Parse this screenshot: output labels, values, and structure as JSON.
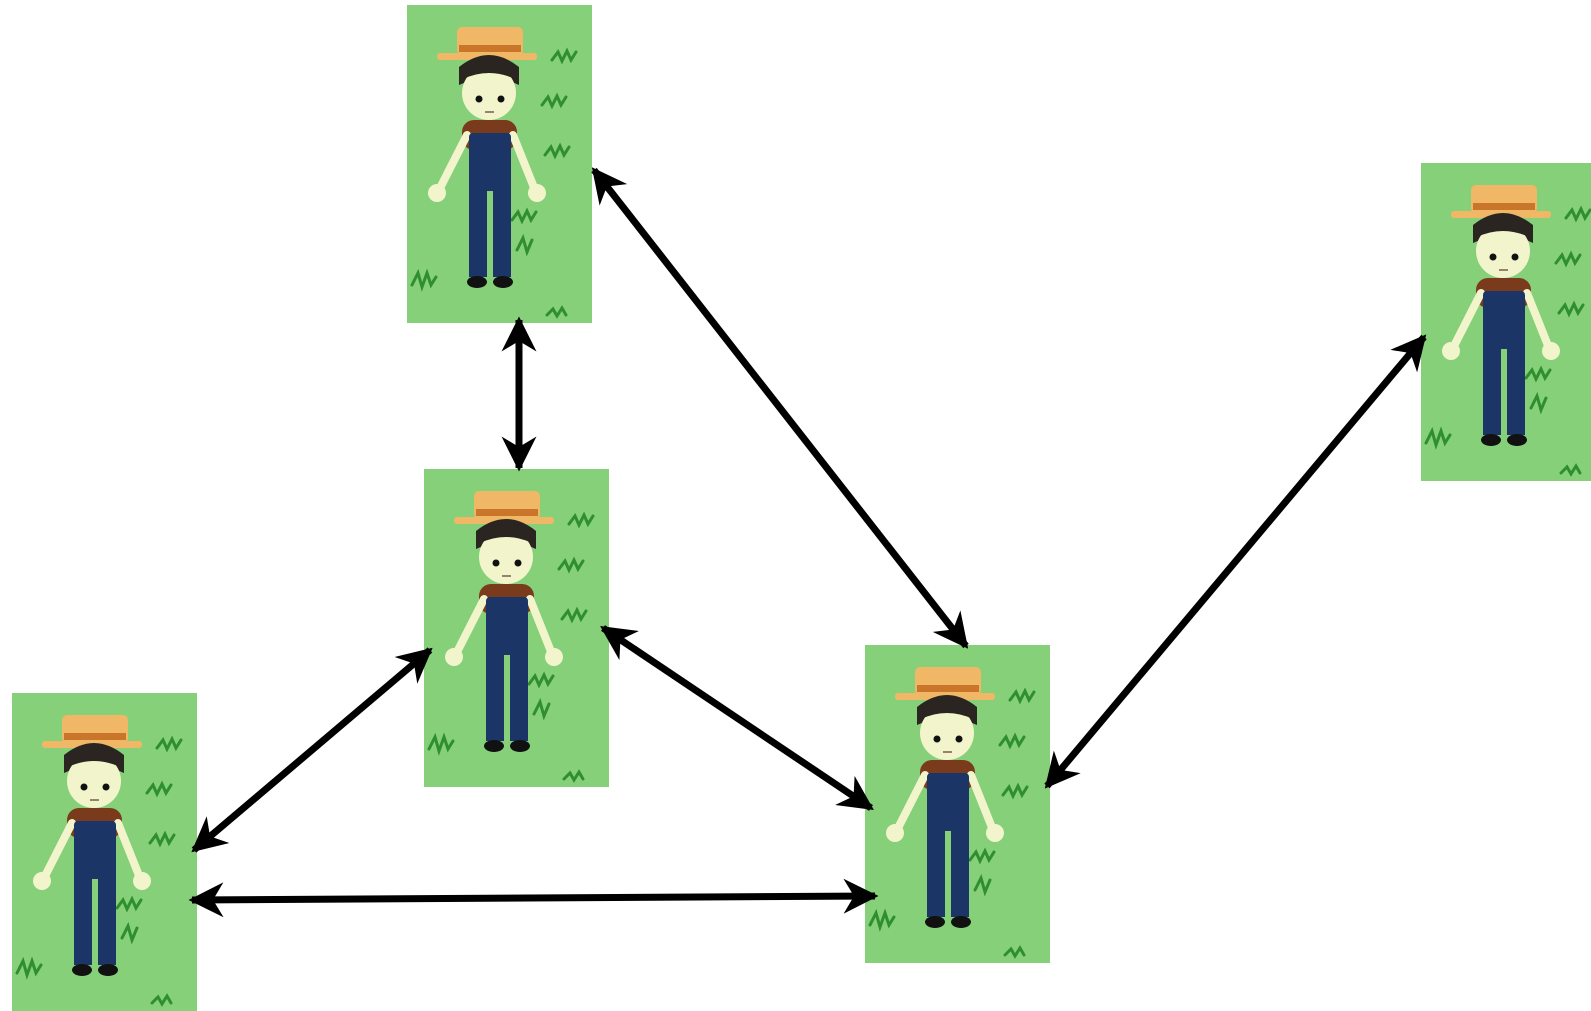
{
  "diagram": {
    "background": "#ffffff",
    "node_color": "#86d07a",
    "grass_color": "#2f8f2f",
    "arrow_color": "#000000",
    "nodes": [
      {
        "id": "farmer-top",
        "icon": "farmer-icon"
      },
      {
        "id": "farmer-middle",
        "icon": "farmer-icon"
      },
      {
        "id": "farmer-left",
        "icon": "farmer-icon"
      },
      {
        "id": "farmer-bottom-right",
        "icon": "farmer-icon"
      },
      {
        "id": "farmer-far-right",
        "icon": "farmer-icon"
      }
    ],
    "edges": [
      {
        "from": "farmer-top",
        "to": "farmer-middle",
        "direction": "both"
      },
      {
        "from": "farmer-top",
        "to": "farmer-bottom-right",
        "direction": "both"
      },
      {
        "from": "farmer-middle",
        "to": "farmer-left",
        "direction": "both"
      },
      {
        "from": "farmer-middle",
        "to": "farmer-bottom-right",
        "direction": "both"
      },
      {
        "from": "farmer-left",
        "to": "farmer-bottom-right",
        "direction": "both"
      },
      {
        "from": "farmer-bottom-right",
        "to": "farmer-far-right",
        "direction": "both"
      }
    ]
  }
}
